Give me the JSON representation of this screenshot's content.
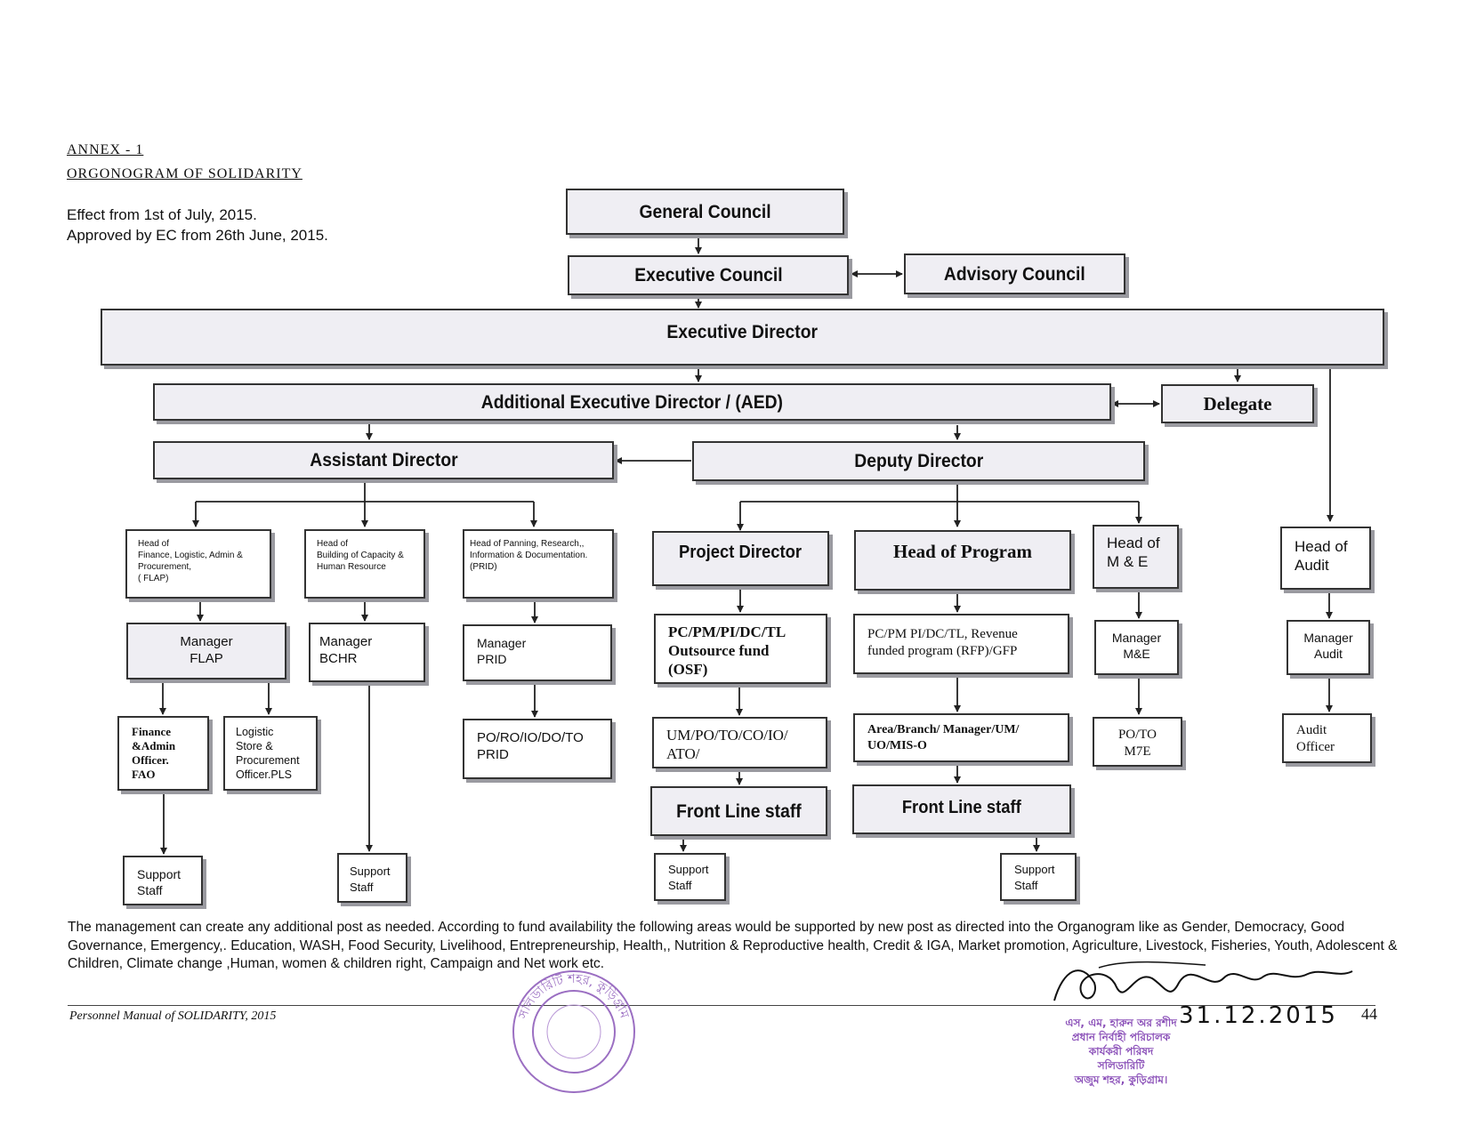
{
  "header": {
    "annex": "ANNEX - 1",
    "title": "ORGONOGRAM OF SOLIDARITY",
    "effect_line": "Effect from 1st of July, 2015.",
    "approved_line": "Approved by EC from 26th June, 2015."
  },
  "nodes": {
    "general_council": "General Council",
    "executive_council": "Executive Council",
    "advisory_council": "Advisory Council",
    "executive_director": "Executive Director",
    "aed": "Additional Executive Director / (AED)",
    "delegate": "Delegate",
    "assistant_director": "Assistant Director",
    "deputy_director": "Deputy Director",
    "head_flap": "Head of\nFinance, Logistic, Admin  &\nProcurement,\n  ( FLAP)",
    "head_bchr": "Head of\nBuilding of Capacity &\nHuman Resource",
    "head_prid": "Head of Panning, Research,,\nInformation & Documentation.\n(PRID)",
    "project_director": "Project Director",
    "head_program": "Head of Program",
    "head_me": "Head of\nM & E",
    "head_audit": "Head of\nAudit",
    "manager_flap": "Manager\nFLAP",
    "manager_bchr": "Manager\nBCHR",
    "manager_prid": "Manager\nPRID",
    "pc_osf": "PC/PM/PI/DC/TL\nOutsource fund\n(OSF)",
    "pc_rfp": "PC/PM PI/DC/TL, Revenue\nfunded program (RFP)/GFP",
    "manager_me": "Manager\nM&E",
    "manager_audit": "Manager\nAudit",
    "fao": "Finance\n&Admin\nOfficer.\nFAO",
    "pls": "Logistic\nStore &\nProcurement\nOfficer.PLS",
    "po_prid": "PO/RO/IO/DO/TO\nPRID",
    "um_po": "UM/PO/TO/CO/IO/\nATO/",
    "area_branch": "Area/Branch/ Manager/UM/\nUO/MIS-O",
    "po_m7e": "PO/TO\nM7E",
    "audit_officer": "Audit\nOfficer",
    "frontline_1": "Front Line staff",
    "frontline_2": "Front Line staff",
    "support_1": "Support\nStaff",
    "support_2": "Support\nStaff",
    "support_3": "Support\nStaff",
    "support_4": "Support\nStaff"
  },
  "footer": {
    "note": "The management can create any additional post as needed. According to fund availability the following areas would be supported by new post as directed into the Organogram like as Gender, Democracy, Good Governance, Emergency,. Education, WASH, Food Security, Livelihood, Entrepreneurship, Health,, Nutrition & Reproductive health, Credit & IGA, Market promotion, Agriculture, Livestock, Fisheries, Youth, Adolescent & Children, Climate change ,Human, women & children right, Campaign and Net work etc.",
    "manual_title": "Personnel Manual of SOLIDARITY, 2015",
    "page_number": "44",
    "signature_date": "31.12.2015",
    "stamp_text": "সলিডারিটি শহর, কুড়িগ্রাম",
    "seal_text": "এস, এম, হারুন অর রশীদ\nপ্রধান নির্বাহী পরিচালক\nকার্যকরী পরিষদ\nসলিডারিটি\nঅজুম শহর, কুড়িগ্রাম।"
  },
  "colors": {
    "box_fill": "#efeef3",
    "box_border": "#333333",
    "shadow": "#9a9aa0",
    "stamp": "#9b6fc2"
  }
}
